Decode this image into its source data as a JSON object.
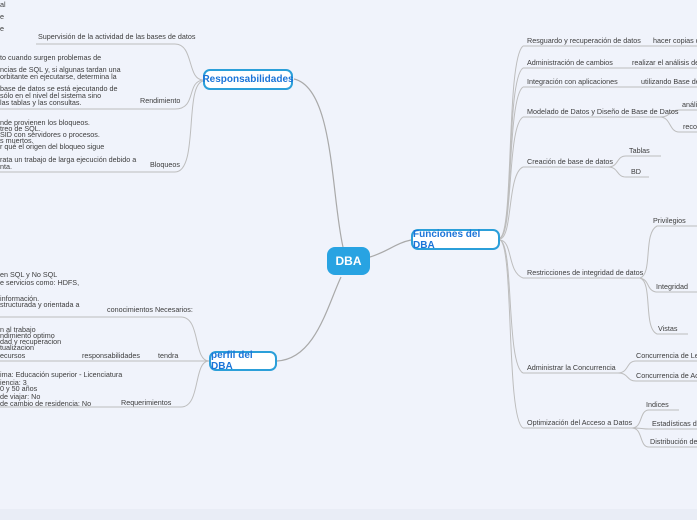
{
  "app": {
    "background": "#f0f3fb",
    "accent": "#28a3e2",
    "node_border_color": "#2b9fd9",
    "node_text_color": "#1b74d8",
    "line_color": "#bdbdbd"
  },
  "center": {
    "label": "DBA"
  },
  "branches": {
    "responsabilidades": {
      "label": "Responsabilidades"
    },
    "funciones": {
      "label": "Funciones del DBA"
    },
    "perfil": {
      "label": "perfil del DBA"
    }
  },
  "left_top": {
    "fragments": [
      "al",
      "e",
      "e"
    ],
    "supervision_label": "Supervisión de la actividad de las bases de datos",
    "rendimiento": {
      "lines": [
        "to cuando surgen problemas de",
        "ncias de SQL y, si algunas tardan una",
        "orbitante en ejecutarse, determina la",
        "base de datos se está ejecutando de",
        "sólo en el nivel del sistema sino",
        "las tablas y las consultas."
      ],
      "label": "Rendimiento"
    },
    "bloqueos": {
      "lines": [
        "nde provienen los bloqueos.",
        "treo de SQL.",
        "SID con servidores o procesos.",
        "s muertos.",
        "r qué el origen del bloqueo sigue",
        "rata un trabajo de larga ejecución debido a",
        "nta."
      ],
      "label": "Bloqueos"
    }
  },
  "left_bottom": {
    "conocimientos": {
      "lines": [
        "en SQL y No SQL",
        "e servicios como: HDFS,",
        "información.",
        "structurada y orientada a"
      ],
      "label": "conocimientos Necesarios:"
    },
    "responsabilidades_group": {
      "lines": [
        "n al trabajo",
        "ndimiento optimo",
        "dad y recuperacion",
        "tualizacion",
        "ecursos"
      ],
      "label": "responsabilidades",
      "parent_label": "tendra"
    },
    "requerimientos": {
      "lines": [
        "ima: Educación superior - Licenciatura",
        "iencia: 3",
        "0 y 50 años",
        "de viajar: No",
        "de cambio de residencia: No"
      ],
      "label": "Requerimientos"
    }
  },
  "funciones_items": [
    {
      "label": "Resguardo y recuperación de datos",
      "children": [
        "hacer copias de"
      ]
    },
    {
      "label": "Administración de cambios",
      "children": [
        "realizar el análisis de im"
      ]
    },
    {
      "label": "Integración con aplicaciones",
      "children": [
        "utilizando Base de dato"
      ]
    },
    {
      "label": "Modelado de Datos y Diseño de Base de Datos",
      "children": [
        "análi",
        "reco"
      ]
    },
    {
      "label": "Creación de base de datos",
      "children": [
        "Tablas",
        "BD"
      ]
    },
    {
      "label": "Restricciones de integridad de datos",
      "children": [
        "Privilegios",
        "Integridad",
        "Vistas"
      ]
    },
    {
      "label": "Administrar la Concurrencia",
      "children": [
        "Concurrencia de Lectur",
        "Concurrencia de Actual"
      ]
    },
    {
      "label": "Optimización del Acceso a Datos",
      "children": [
        "Indices",
        "Estadísticas de act",
        "Distribución de dat"
      ]
    }
  ]
}
